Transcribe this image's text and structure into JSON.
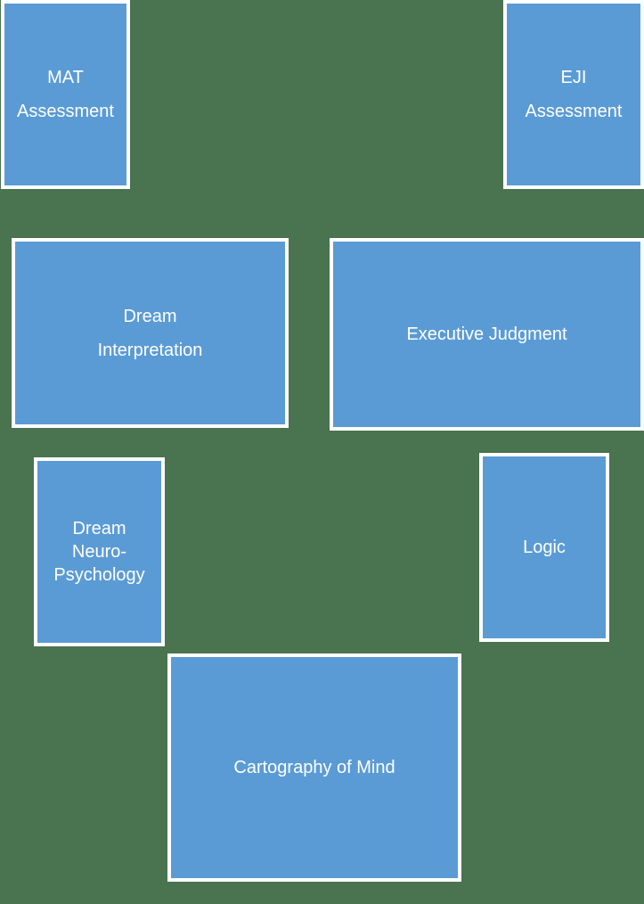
{
  "diagram": {
    "colors": {
      "background": "#4a7350",
      "box_fill": "#5b9bd5",
      "box_border": "#ffffff",
      "text": "#ffffff"
    },
    "boxes": [
      {
        "id": "mat-assessment",
        "label": "MAT\nAssessment"
      },
      {
        "id": "eji-assessment",
        "label": "EJI\nAssessment"
      },
      {
        "id": "dream-interpretation",
        "label": "Dream\nInterpretation"
      },
      {
        "id": "executive-judgment",
        "label": "Executive Judgment"
      },
      {
        "id": "dream-neuro-psychology",
        "label": "Dream\nNeuro-\nPsychology"
      },
      {
        "id": "logic",
        "label": "Logic"
      },
      {
        "id": "cartography-of-mind",
        "label": "Cartography of Mind"
      }
    ]
  }
}
